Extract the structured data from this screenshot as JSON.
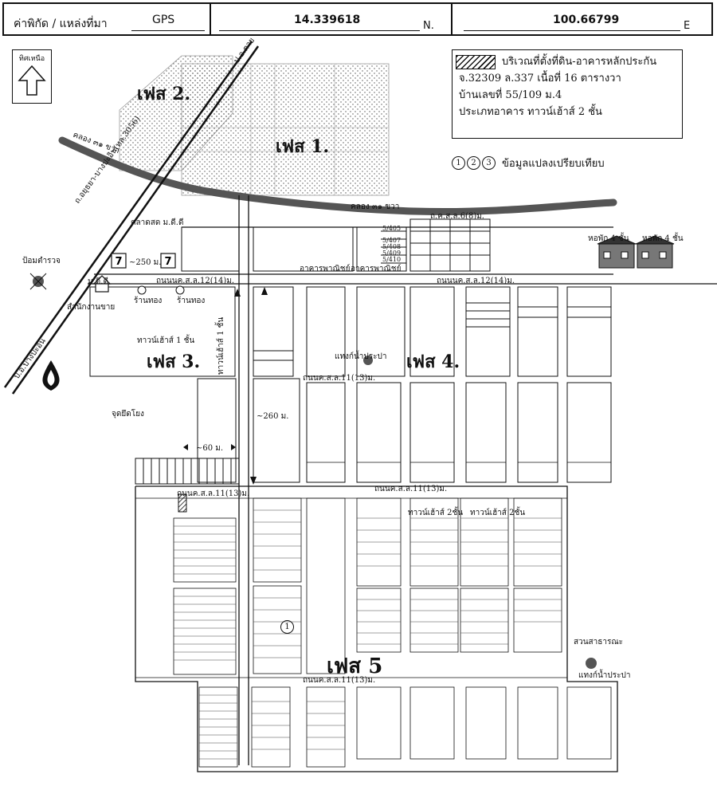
{
  "header": {
    "coord_label": "ค่าพิกัด / แหล่งที่มา",
    "source": "GPS",
    "latitude": "14.339618",
    "lat_unit": "N.",
    "longitude": "100.66799",
    "lon_unit": "E"
  },
  "north": {
    "label": "ทิศเหนือ"
  },
  "legend": {
    "line1": "บริเวณที่ตั้งที่ดิน-อาคารหลักประกัน",
    "line2": "จ.32309  ล.337 เนื้อที่ 16 ตารางวา",
    "line3": "บ้านเลขที่  55/109  ม.4",
    "line4": "ประเภทอาคาร  ทาวน์เฮ้าส์ 2 ชั้น"
  },
  "compare": {
    "n1": "1",
    "n2": "2",
    "n3": "3",
    "text": "ข้อมูลแปลงเปรียบเทียบ"
  },
  "phases": {
    "p1": "เฟส 1.",
    "p2": "เฟส 2.",
    "p3": "เฟส 3.",
    "p4": "เฟส 4.",
    "p5": "เฟส 5"
  },
  "labels": {
    "canal": "คลอง ๓๑ ขวา",
    "main_road": "ถ.อยุธยา-บางปะอิน(ทล.3056)",
    "pt_top": "ป.อ.ตาย",
    "pt_bottom": "ป.อ.บางปะอิน",
    "market": "ตลาดสด ม.ดี.ดี",
    "police": "ป้อมตำรวจ",
    "dist250": "~250 ม.",
    "dist260": "~260 ม.",
    "dist60": "~60 ม.",
    "md": "ม.ดี.ดี",
    "sales_office": "สำนักงานขาย",
    "gold1": "ร้านทอง",
    "gold2": "ร้านทอง",
    "commercial": "อาคารพาณิชย์",
    "commercial2": "อาคารพาณิชย์",
    "road12": "ถนนนค.ส.ล.12(14)ม.",
    "road12b": "ถนนนค.ส.ล.12(14)ม.",
    "road11a": "ถนนค.ส.ล.11(13)ม.",
    "road11b": "ถนนค.ส.ล.11(13)ม.",
    "road11c": "ถนนค.ส.ล.11(13)ม.",
    "road11d": "ถนนค.ส.ล.11(13)ม.",
    "road6": "ถ.ค.ส.ล.6(8)ม.",
    "townhouse1": "ทาวน์เฮ้าส์ 1 ชั้น",
    "townhouse1v": "ทาวน์เฮ้าส์ 1 ชั้น",
    "townhouse2a": "ทาวน์เฮ้าส์ 2ชั้น",
    "townhouse2b": "ทาวน์เฮ้าส์ 2ชั้น",
    "water1": "แทงก์น้ำประปา",
    "water2": "แทงก์น้ำประปา",
    "dorm1": "หอพัก 4 ชั้น",
    "dorm2": "หอพัก 4 ชั้น",
    "park": "สวนสาธารณะ",
    "pivot": "จุดยึดโยง",
    "plot_top1": "5/405",
    "plot_top2": "5/407",
    "plot_top3": "5/408",
    "plot_top4": "5/409",
    "plot_top5": "5/410",
    "ref1": "1"
  }
}
